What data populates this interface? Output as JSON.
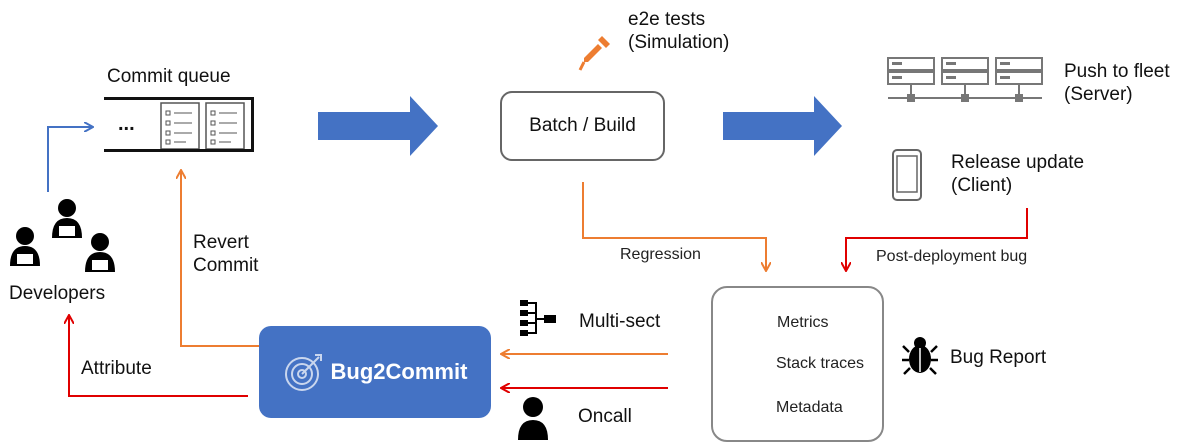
{
  "commit_queue": {
    "title": "Commit queue",
    "ellipsis": "..."
  },
  "batch": {
    "label": "Batch / Build"
  },
  "e2e": {
    "line1": "e2e tests",
    "line2": "(Simulation)"
  },
  "push": {
    "line1": "Push to fleet",
    "line2": "(Server)"
  },
  "release": {
    "line1": "Release update",
    "line2": "(Client)"
  },
  "developers": {
    "label": "Developers"
  },
  "revert": {
    "line1": "Revert",
    "line2": "Commit"
  },
  "regression": {
    "label": "Regression"
  },
  "post_deploy": {
    "label": "Post-deployment bug"
  },
  "report_items": {
    "metrics": "Metrics",
    "stack": "Stack traces",
    "metadata": "Metadata"
  },
  "bug_report": {
    "label": "Bug Report"
  },
  "multisect": {
    "label": "Multi-sect"
  },
  "oncall": {
    "label": "Oncall"
  },
  "attribute": {
    "label": "Attribute"
  },
  "bug2commit": {
    "label": "Bug2Commit"
  },
  "colors": {
    "blue": "#4472c4",
    "orange": "#ed7d31",
    "red": "#e00000",
    "gray": "#888888"
  },
  "icons": [
    "pipette-icon",
    "server-rack-icon",
    "phone-icon",
    "developer-icon",
    "flowchart-icon",
    "person-icon",
    "bug-icon",
    "target-icon",
    "chart-icon",
    "code-window-icon",
    "info-icon",
    "document-icon"
  ]
}
